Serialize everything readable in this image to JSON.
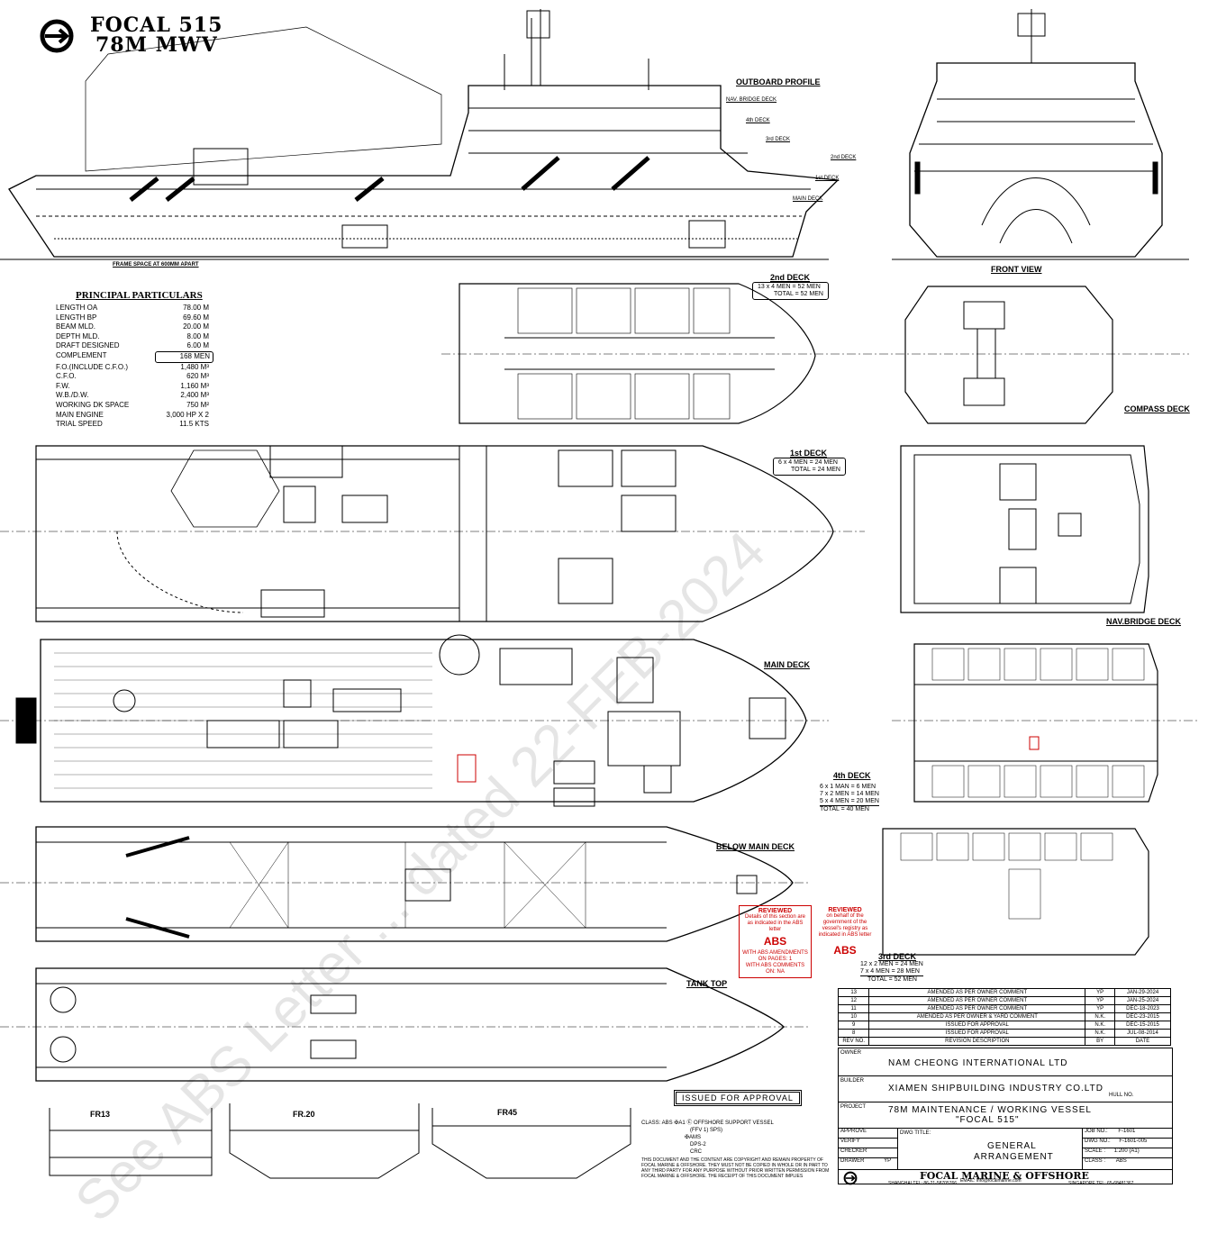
{
  "header": {
    "title_line1": "FOCAL 515",
    "title_line2": "78M MWV"
  },
  "views": {
    "outboard_profile": "OUTBOARD PROFILE",
    "front_view": "FRONT VIEW",
    "frame_space": "FRAME SPACE AT 600MM APART",
    "deck_2nd": "2nd DECK",
    "compass_deck": "COMPASS DECK",
    "deck_1st": "1st DECK",
    "nav_bridge_deck": "NAV.BRIDGE DECK",
    "main_deck": "MAIN DECK",
    "deck_4th": "4th DECK",
    "below_main_deck": "BELOW MAIN DECK",
    "tank_top": "TANK TOP",
    "deck_3rd": "3rd DECK",
    "fr13": "FR13",
    "fr20": "FR.20",
    "fr45": "FR45"
  },
  "profile_levels": [
    "NAV. BRIDGE DECK",
    "4th DECK",
    "3rd DECK",
    "2nd DECK",
    "1st DECK",
    "MAIN DECK"
  ],
  "principal_particulars": {
    "title": "PRINCIPAL PARTICULARS",
    "rows": [
      {
        "name": "LENGTH OA",
        "value": "78.00 M"
      },
      {
        "name": "LENGTH BP",
        "value": "69.60 M"
      },
      {
        "name": "BEAM MLD.",
        "value": "20.00 M"
      },
      {
        "name": "DEPTH MLD.",
        "value": "8.00 M"
      },
      {
        "name": "DRAFT DESIGNED",
        "value": "6.00 M"
      },
      {
        "name": "COMPLEMENT",
        "value": "168 MEN"
      },
      {
        "name": "F.O.(INCLUDE C.F.O.)",
        "value": "1,480 M³"
      },
      {
        "name": "C.F.O.",
        "value": "620 M³"
      },
      {
        "name": "F.W.",
        "value": "1,160 M³"
      },
      {
        "name": "W.B./D.W.",
        "value": "2,400 M³"
      },
      {
        "name": "WORKING DK SPACE",
        "value": "750 M²"
      },
      {
        "name": "MAIN ENGINE",
        "value": "3,000 HP X 2"
      },
      {
        "name": "TRIAL SPEED",
        "value": "11.5 KTS"
      }
    ]
  },
  "complements": {
    "deck2": [
      "13 x 4 MEN = 52 MEN",
      "TOTAL = 52 MEN"
    ],
    "deck1": [
      "6 x 4 MEN = 24 MEN",
      "TOTAL = 24 MEN"
    ],
    "deck4": [
      "6 x 1 MAN = 6 MEN",
      "7 x 2 MEN = 14 MEN",
      "5 x 4 MEN = 20 MEN",
      "TOTAL = 40 MEN"
    ],
    "deck3": [
      "12 x 2 MEN = 24 MEN",
      "7 x 4 MEN = 28 MEN",
      "TOTAL = 52 MEN"
    ]
  },
  "stamps": {
    "reviewed1_title": "REVIEWED",
    "reviewed1_text": "Details of this section are as indicated in the ABS letter",
    "reviewed2_title": "REVIEWED",
    "reviewed2_text": "on behalf of the government of the vessel's registry as indicated in ABS letter",
    "abs": "ABS",
    "abs_amend": "WITH ABS AMENDMENTS ON PAGES: 1",
    "abs_comments": "WITH ABS COMMENTS ON: NA"
  },
  "revisions": [
    {
      "no": "13",
      "desc": "AMENDED AS PER OWNER COMMENT",
      "by": "YP",
      "date": "JAN-29-2024"
    },
    {
      "no": "12",
      "desc": "AMENDED AS PER OWNER COMMENT",
      "by": "YP",
      "date": "JAN-25-2024"
    },
    {
      "no": "11",
      "desc": "AMENDED AS PER OWNER COMMENT",
      "by": "YP",
      "date": "DEC-18-2023"
    },
    {
      "no": "10",
      "desc": "AMENDED AS PER OWNER & YARD COMMENT",
      "by": "N.K.",
      "date": "DEC-23-2015"
    },
    {
      "no": "9",
      "desc": "ISSUED FOR APPROVAL",
      "by": "N.K.",
      "date": "DEC-15-2015"
    },
    {
      "no": "8",
      "desc": "ISSUED FOR APPROVAL",
      "by": "N.K.",
      "date": "JUL-08-2014"
    },
    {
      "no": "REV NO.",
      "desc": "REVISION DESCRIPTION",
      "by": "BY",
      "date": "DATE"
    }
  ],
  "title_block": {
    "owner_label": "OWNER",
    "owner": "NAM CHEONG INTERNATIONAL LTD",
    "builder_label": "BUILDER",
    "builder": "XIAMEN SHIPBUILDING INDUSTRY CO.LTD",
    "hull_no": "HULL NO.",
    "project_label": "PROJECT",
    "project_line1": "78M MAINTENANCE / WORKING VESSEL",
    "project_line2": "\"FOCAL 515\"",
    "dwg_title_label": "DWG TITLE:",
    "dwg_title_line1": "GENERAL",
    "dwg_title_line2": "ARRANGEMENT",
    "approve": "APPROVE",
    "verify": "VERIFY",
    "checker": "CHECKER",
    "drawer": "DRAWER",
    "drawer_val": "YP",
    "job_no_label": "JOB NO.:",
    "job_no": "F-1601",
    "dwg_no_label": "DWG NO.:",
    "dwg_no": "F-1601-005",
    "scale_label": "SCALE :",
    "scale": "1:200 (A1)",
    "class_label": "CLASS :",
    "class": "ABS",
    "company": "FOCAL MARINE & OFFSHORE",
    "email": "EMAIL: info@focalmarine.com",
    "shanghai": "SHANGHAI TEL: 86-21-58705766",
    "singapore": "SINGAPORE TEL: 65-68481367"
  },
  "issued": "ISSUED FOR APPROVAL",
  "class_notation": {
    "line1": "CLASS: ABS ✠A1 Ⓔ OFFSHORE SUPPORT VESSEL",
    "line2": "(FFV 1) SPS)",
    "line3": "✠AMS",
    "line4": "DPS-2",
    "line5": "CRC"
  },
  "copyright": "THIS DOCUMENT AND THE CONTENT ARE COPYRIGHT AND REMAIN PROPERTY OF FOCAL MARINE & OFFSHORE. THEY MUST NOT BE COPIED IN WHOLE OR IN PART TO ANY THIRD PARTY FOR ANY PURPOSE WITHOUT PRIOR WRITTEN PERMISSION FROM FOCAL MARINE & OFFSHORE. THE RECEIPT OF THIS DOCUMENT IMPLIES",
  "watermark": "See ABS Letter ... dated 22-FEB-2024",
  "colors": {
    "line": "#000000",
    "stamp": "#cc0000",
    "watermark": "#000000"
  }
}
